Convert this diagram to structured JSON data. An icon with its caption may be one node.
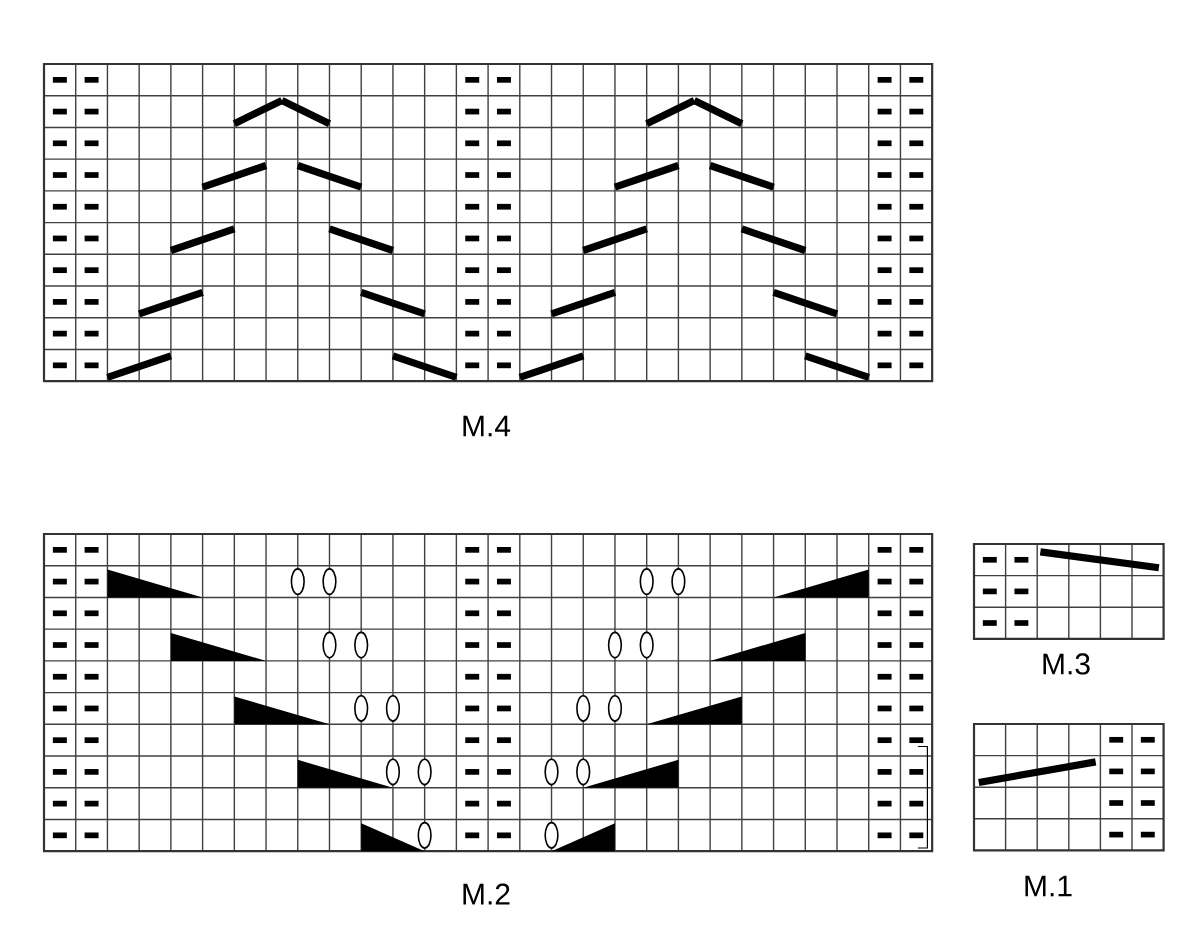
{
  "diagram": {
    "labels": [
      "M.4",
      "M.3",
      "M.2",
      "M.1"
    ]
  }
}
